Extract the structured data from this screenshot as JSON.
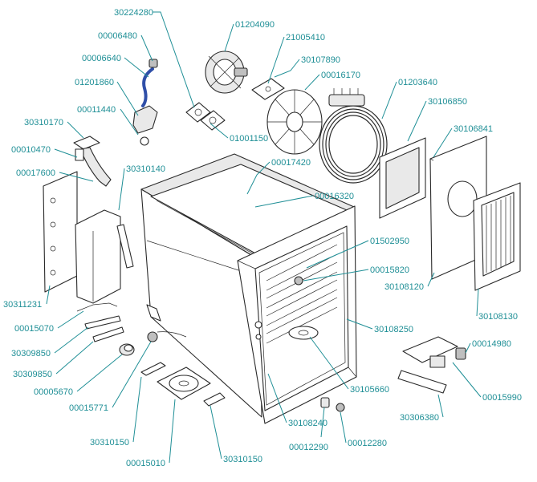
{
  "diagram": {
    "type": "exploded-parts-diagram",
    "label_color": "#1f8f96",
    "callouts": [
      {
        "id": "30224280",
        "text": "30224280"
      },
      {
        "id": "01204090",
        "text": "01204090"
      },
      {
        "id": "00006480",
        "text": "00006480"
      },
      {
        "id": "21005410",
        "text": "21005410"
      },
      {
        "id": "00006640",
        "text": "00006640"
      },
      {
        "id": "30107890",
        "text": "30107890"
      },
      {
        "id": "00016170",
        "text": "00016170"
      },
      {
        "id": "01201860",
        "text": "01201860"
      },
      {
        "id": "01203640",
        "text": "01203640"
      },
      {
        "id": "30106850",
        "text": "30106850"
      },
      {
        "id": "00011440",
        "text": "00011440"
      },
      {
        "id": "30310170",
        "text": "30310170"
      },
      {
        "id": "30106841",
        "text": "30106841"
      },
      {
        "id": "01001150",
        "text": "01001150"
      },
      {
        "id": "00010470",
        "text": "00010470"
      },
      {
        "id": "00017420",
        "text": "00017420"
      },
      {
        "id": "30310140",
        "text": "30310140"
      },
      {
        "id": "00017600",
        "text": "00017600"
      },
      {
        "id": "00016320",
        "text": "00016320"
      },
      {
        "id": "01502950",
        "text": "01502950"
      },
      {
        "id": "00015820",
        "text": "00015820"
      },
      {
        "id": "30108120",
        "text": "30108120"
      },
      {
        "id": "30311231",
        "text": "30311231"
      },
      {
        "id": "30108130",
        "text": "30108130"
      },
      {
        "id": "00015070",
        "text": "00015070"
      },
      {
        "id": "30108250",
        "text": "30108250"
      },
      {
        "id": "30309850a",
        "text": "30309850"
      },
      {
        "id": "00014980",
        "text": "00014980"
      },
      {
        "id": "30309850b",
        "text": "30309850"
      },
      {
        "id": "00005670",
        "text": "00005670"
      },
      {
        "id": "30105660",
        "text": "30105660"
      },
      {
        "id": "00015990",
        "text": "00015990"
      },
      {
        "id": "00015771",
        "text": "00015771"
      },
      {
        "id": "30306380",
        "text": "30306380"
      },
      {
        "id": "30108240",
        "text": "30108240"
      },
      {
        "id": "30310150a",
        "text": "30310150"
      },
      {
        "id": "00012290",
        "text": "00012290"
      },
      {
        "id": "00012280",
        "text": "00012280"
      },
      {
        "id": "00015010",
        "text": "00015010"
      },
      {
        "id": "30310150b",
        "text": "30310150"
      }
    ]
  }
}
